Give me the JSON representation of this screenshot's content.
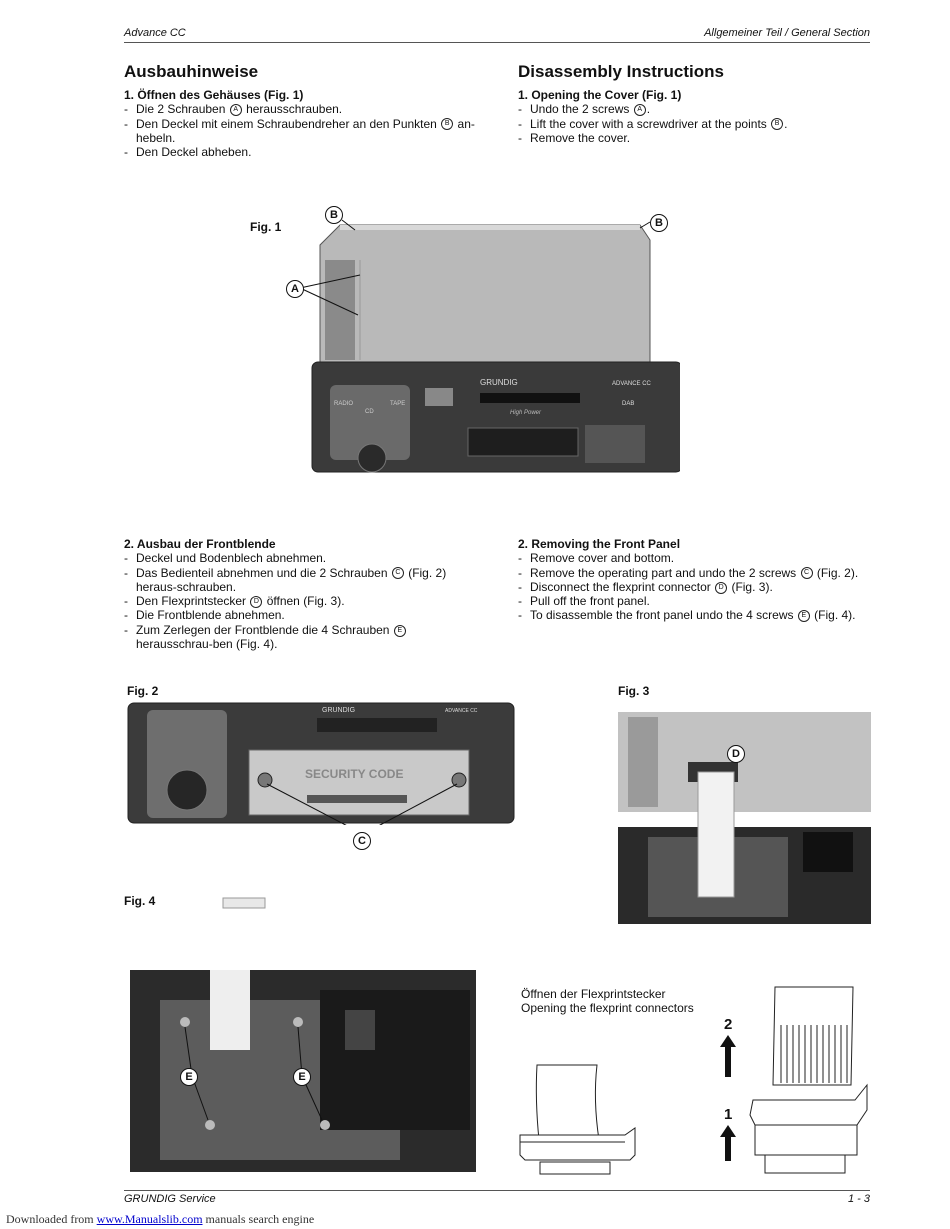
{
  "header": {
    "left": "Advance CC",
    "right": "Allgemeiner Teil / General Section"
  },
  "de": {
    "title": "Ausbauhinweise",
    "s1": {
      "heading": "1. Öffnen des Gehäuses (Fig. 1)",
      "items": [
        [
          "Die 2 Schrauben ",
          "A",
          " herausschrauben."
        ],
        [
          "Den Deckel mit einem Schraubendreher an den Punkten ",
          "B",
          " an-hebeln."
        ],
        [
          "Den Deckel abheben."
        ]
      ]
    },
    "s2": {
      "heading": "2. Ausbau der Frontblende",
      "items": [
        [
          "Deckel und Bodenblech abnehmen."
        ],
        [
          "Das Bedienteil abnehmen und die 2 Schrauben ",
          "C",
          " (Fig. 2) heraus-schrauben."
        ],
        [
          "Den Flexprintstecker ",
          "D",
          " öffnen (Fig. 3)."
        ],
        [
          "Die Frontblende abnehmen."
        ],
        [
          "Zum Zerlegen der Frontblende die 4 Schrauben ",
          "E",
          " herausschrau-ben (Fig. 4)."
        ]
      ]
    }
  },
  "en": {
    "title": "Disassembly Instructions",
    "s1": {
      "heading": "1. Opening the Cover (Fig. 1)",
      "items": [
        [
          "Undo the 2 screws ",
          "A",
          "."
        ],
        [
          "Lift the cover with a screwdriver at the points ",
          "B",
          "."
        ],
        [
          "Remove the cover."
        ]
      ]
    },
    "s2": {
      "heading": "2. Removing the Front Panel",
      "items": [
        [
          "Remove cover and bottom."
        ],
        [
          "Remove the operating part and undo the 2 screws ",
          "C",
          " (Fig. 2)."
        ],
        [
          "Disconnect the flexprint connector ",
          "D",
          " (Fig. 3)."
        ],
        [
          "Pull off the front panel."
        ],
        [
          "To disassemble the front panel undo the 4 screws ",
          "E",
          " (Fig. 4)."
        ]
      ]
    }
  },
  "figures": {
    "fig1": "Fig. 1",
    "fig2": "Fig. 2",
    "fig3": "Fig. 3",
    "fig4": "Fig. 4",
    "A": "A",
    "B": "B",
    "C": "C",
    "D": "D",
    "E": "E",
    "radio_brand": "GRUNDIG",
    "radio_model": "ADVANCE CC",
    "security_code": "SECURITY CODE",
    "btn_radio": "RADIO",
    "btn_cd": "CD",
    "btn_tape": "TAPE",
    "high_power": "High Power",
    "dab": "DAB"
  },
  "flex_caption": {
    "de": "Öffnen der Flexprintstecker",
    "en": "Opening the flexprint connectors"
  },
  "steps": {
    "one": "1",
    "two": "2"
  },
  "footer": {
    "left": "GRUNDIG Service",
    "right": "1 - 3"
  },
  "download": {
    "prefix": "Downloaded from ",
    "link": "www.Manualslib.com",
    "suffix": " manuals search engine"
  }
}
